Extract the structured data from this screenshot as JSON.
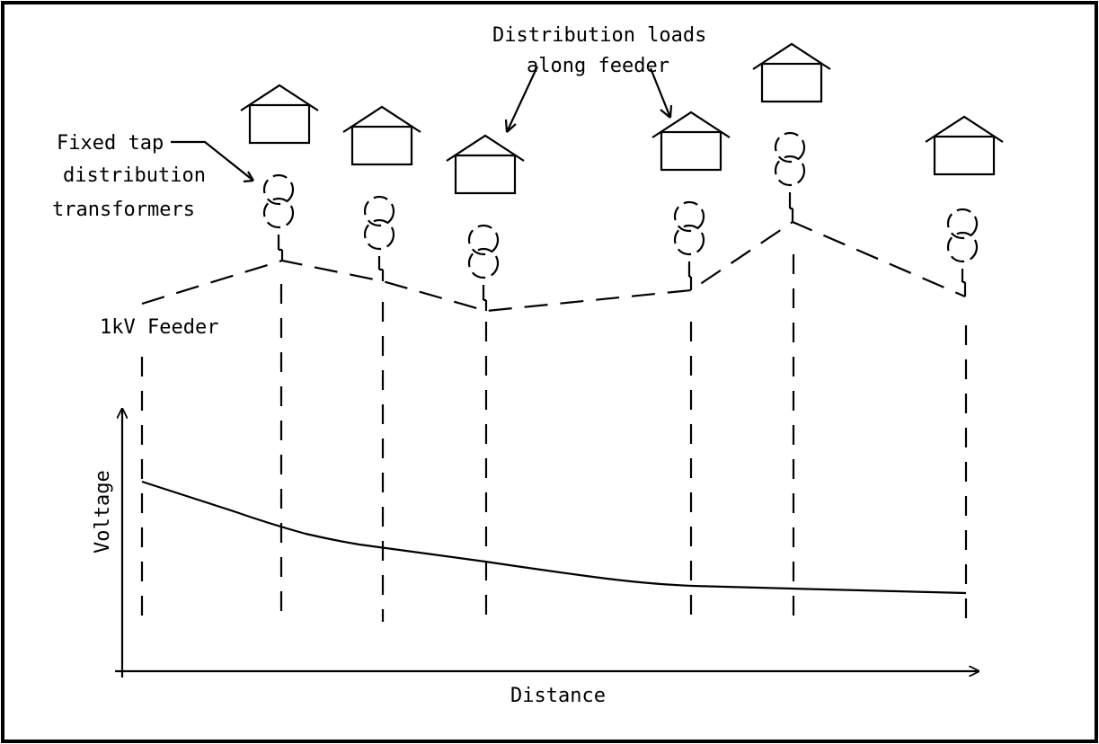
{
  "labels": {
    "transformers": [
      "Fixed tap",
      "distribution",
      "transformers"
    ],
    "loads": [
      "Distribution loads",
      "along feeder"
    ],
    "feeder": "1kV Feeder",
    "y_axis": "Voltage",
    "x_axis": "Distance"
  },
  "colors": {
    "ink": "#000000",
    "background": "#ffffff"
  }
}
